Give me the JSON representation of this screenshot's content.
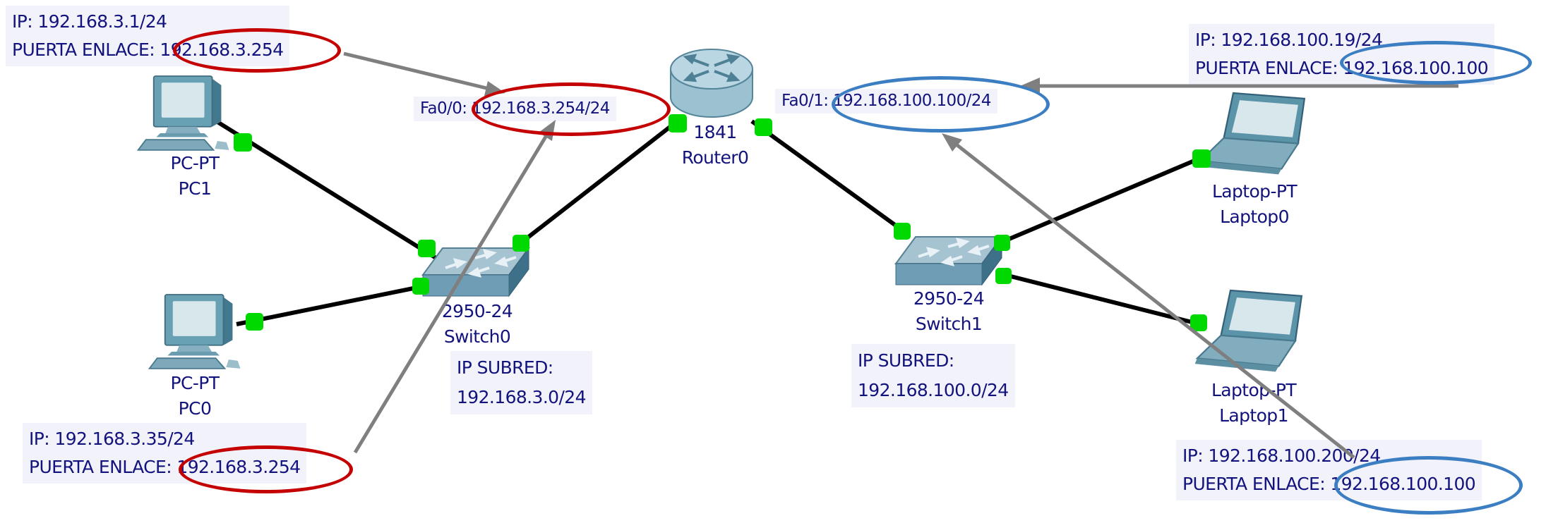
{
  "colors": {
    "text_navy": "#13137e",
    "highlight_red": "#c40000",
    "highlight_blue": "#3c7ec2",
    "arrow_gray": "#7f7f7f",
    "link_green": "#00d900",
    "cable_black": "#000000",
    "note_bg": "#f2f2fb"
  },
  "devices": {
    "pc1": {
      "model": "PC-PT",
      "name": "PC1"
    },
    "pc0": {
      "model": "PC-PT",
      "name": "PC0"
    },
    "switch0": {
      "model": "2950-24",
      "name": "Switch0"
    },
    "router0": {
      "model": "1841",
      "name": "Router0"
    },
    "switch1": {
      "model": "2950-24",
      "name": "Switch1"
    },
    "laptop0": {
      "model": "Laptop-PT",
      "name": "Laptop0"
    },
    "laptop1": {
      "model": "Laptop-PT",
      "name": "Laptop1"
    }
  },
  "port_labels": {
    "fa00": "Fa0/0: 192.168.3.254/24",
    "fa01": "Fa0/1: 192.168.100.100/24"
  },
  "notes": {
    "pc1": {
      "line1": "IP: 192.168.3.1/24",
      "line2": "PUERTA ENLACE: 192.168.3.254"
    },
    "pc0": {
      "line1": "IP: 192.168.3.35/24",
      "line2": "PUERTA ENLACE: 192.168.3.254"
    },
    "laptop0": {
      "line1": "IP: 192.168.100.19/24",
      "line2": "PUERTA ENLACE: 192.168.100.100"
    },
    "laptop1": {
      "line1": "IP: 192.168.100.200/24",
      "line2": "PUERTA ENLACE: 192.168.100.100"
    },
    "subnet_left": {
      "line1": "IP SUBRED:",
      "line2": "192.168.3.0/24"
    },
    "subnet_right": {
      "line1": "IP SUBRED:",
      "line2": "192.168.100.0/24"
    }
  }
}
